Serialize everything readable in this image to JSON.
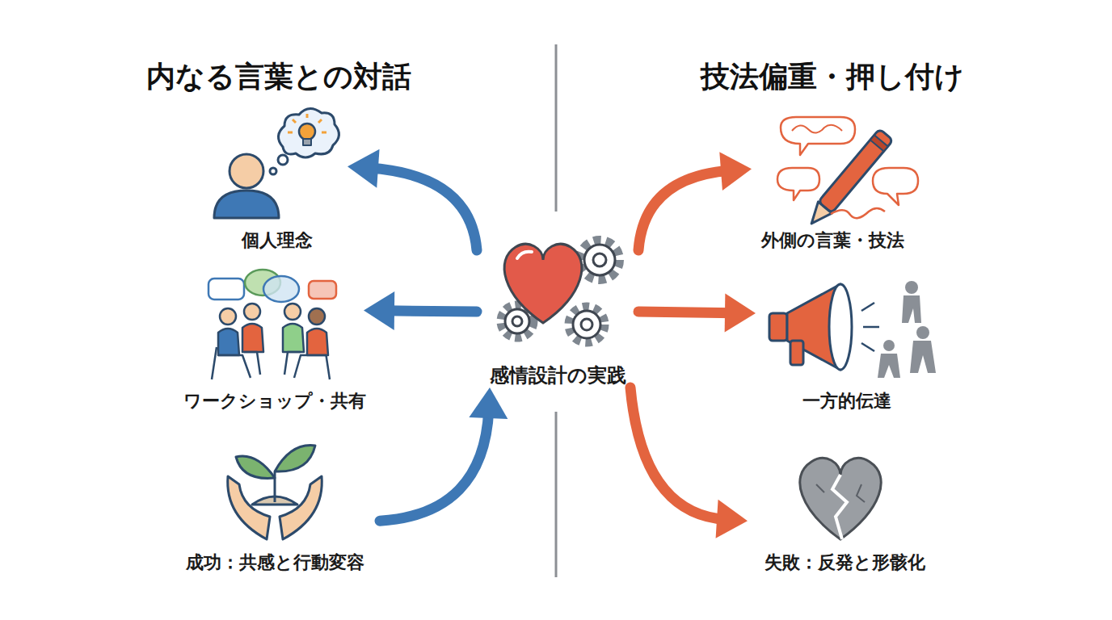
{
  "diagram": {
    "nodes": [
      {
        "text": [
          "個人理念"
        ]
      },
      {
        "text": [
          "外側の言葉・技法"
        ]
      },
      {
        "text": [
          "ワークショップ・共有"
        ]
      },
      {
        "text": [
          "感情設計の実践"
        ]
      },
      {
        "text": [
          "一方的伝達"
        ]
      },
      {
        "text": [
          "成功：共感と行動変容"
        ]
      },
      {
        "text": [
          "失敗：反発と形骸化"
        ]
      }
    ],
    "edges": [
      {
        "from": 3,
        "to": 0,
        "arrow": "to"
      },
      {
        "from": 3,
        "to": 2,
        "arrow": "to"
      },
      {
        "from": 5,
        "to": 3,
        "arrow": "to"
      },
      {
        "from": 3,
        "to": 1,
        "arrow": "to"
      },
      {
        "from": 3,
        "to": 4,
        "arrow": "to"
      },
      {
        "from": 3,
        "to": 6,
        "arrow": "to"
      }
    ],
    "labels": [
      "内なる言葉との対話",
      "技法偏重・押し付け"
    ]
  }
}
